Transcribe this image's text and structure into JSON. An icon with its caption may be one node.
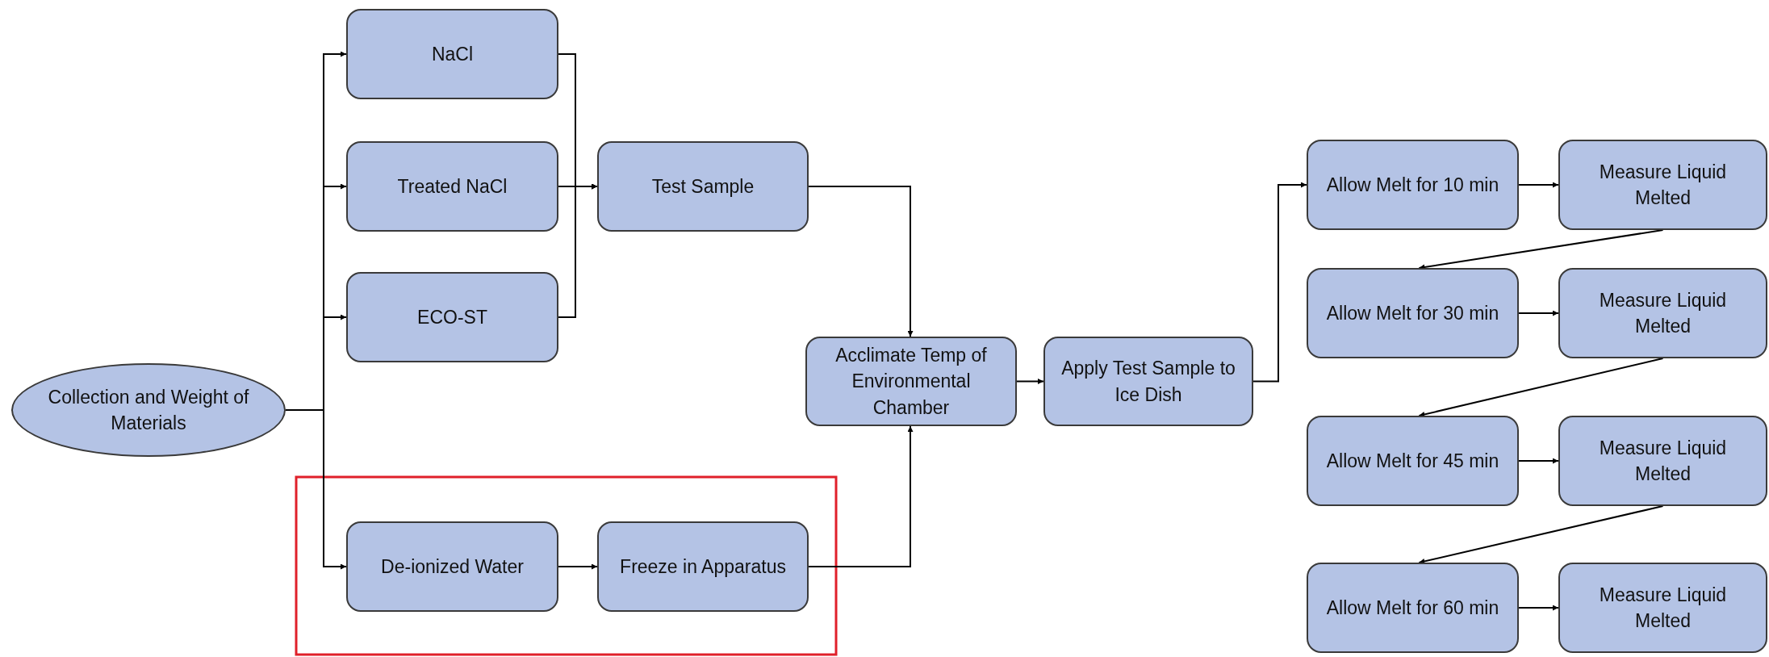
{
  "diagram": {
    "nodes": [
      {
        "text": [
          "Collection and Weight of Materials"
        ]
      },
      {
        "text": [
          "NaCl"
        ]
      },
      {
        "text": [
          "Treated NaCl"
        ]
      },
      {
        "text": [
          "ECO-ST"
        ]
      },
      {
        "text": [
          "De-ionized Water"
        ]
      },
      {
        "text": [
          "Freeze in Apparatus"
        ]
      },
      {
        "text": [
          "Test Sample"
        ]
      },
      {
        "text": [
          "Acclimate Temp of Environmental Chamber"
        ]
      },
      {
        "text": [
          "Apply Test Sample to Ice Dish"
        ]
      },
      {
        "text": [
          "Allow Melt for 10 min"
        ]
      },
      {
        "text": [
          "Measure Liquid Melted"
        ]
      },
      {
        "text": [
          "Allow Melt for 30 min"
        ]
      },
      {
        "text": [
          "Measure Liquid Melted"
        ]
      },
      {
        "text": [
          "Allow Melt for 45 min"
        ]
      },
      {
        "text": [
          "Measure Liquid Melted"
        ]
      },
      {
        "text": [
          "Allow Melt for 60 min"
        ]
      },
      {
        "text": [
          "Measure Liquid Melted"
        ]
      }
    ],
    "edges": [
      {
        "from": 0,
        "to": 1,
        "arrow": "to"
      },
      {
        "from": 0,
        "to": 2,
        "arrow": "to"
      },
      {
        "from": 0,
        "to": 3,
        "arrow": "to"
      },
      {
        "from": 0,
        "to": 4,
        "arrow": "to"
      },
      {
        "from": 1,
        "to": 6,
        "arrow": "to"
      },
      {
        "from": 2,
        "to": 6,
        "arrow": "to"
      },
      {
        "from": 3,
        "to": 6,
        "arrow": "to"
      },
      {
        "from": 6,
        "to": 7,
        "arrow": "to"
      },
      {
        "from": 4,
        "to": 5,
        "arrow": "to"
      },
      {
        "from": 5,
        "to": 7,
        "arrow": "to"
      },
      {
        "from": 7,
        "to": 8,
        "arrow": "to"
      },
      {
        "from": 8,
        "to": 9,
        "arrow": "to"
      },
      {
        "from": 9,
        "to": 10,
        "arrow": "to"
      },
      {
        "from": 10,
        "to": 11,
        "arrow": "to"
      },
      {
        "from": 11,
        "to": 12,
        "arrow": "to"
      },
      {
        "from": 12,
        "to": 13,
        "arrow": "to"
      },
      {
        "from": 13,
        "to": 14,
        "arrow": "to"
      },
      {
        "from": 14,
        "to": 15,
        "arrow": "to"
      },
      {
        "from": 15,
        "to": 16,
        "arrow": "to"
      }
    ]
  }
}
